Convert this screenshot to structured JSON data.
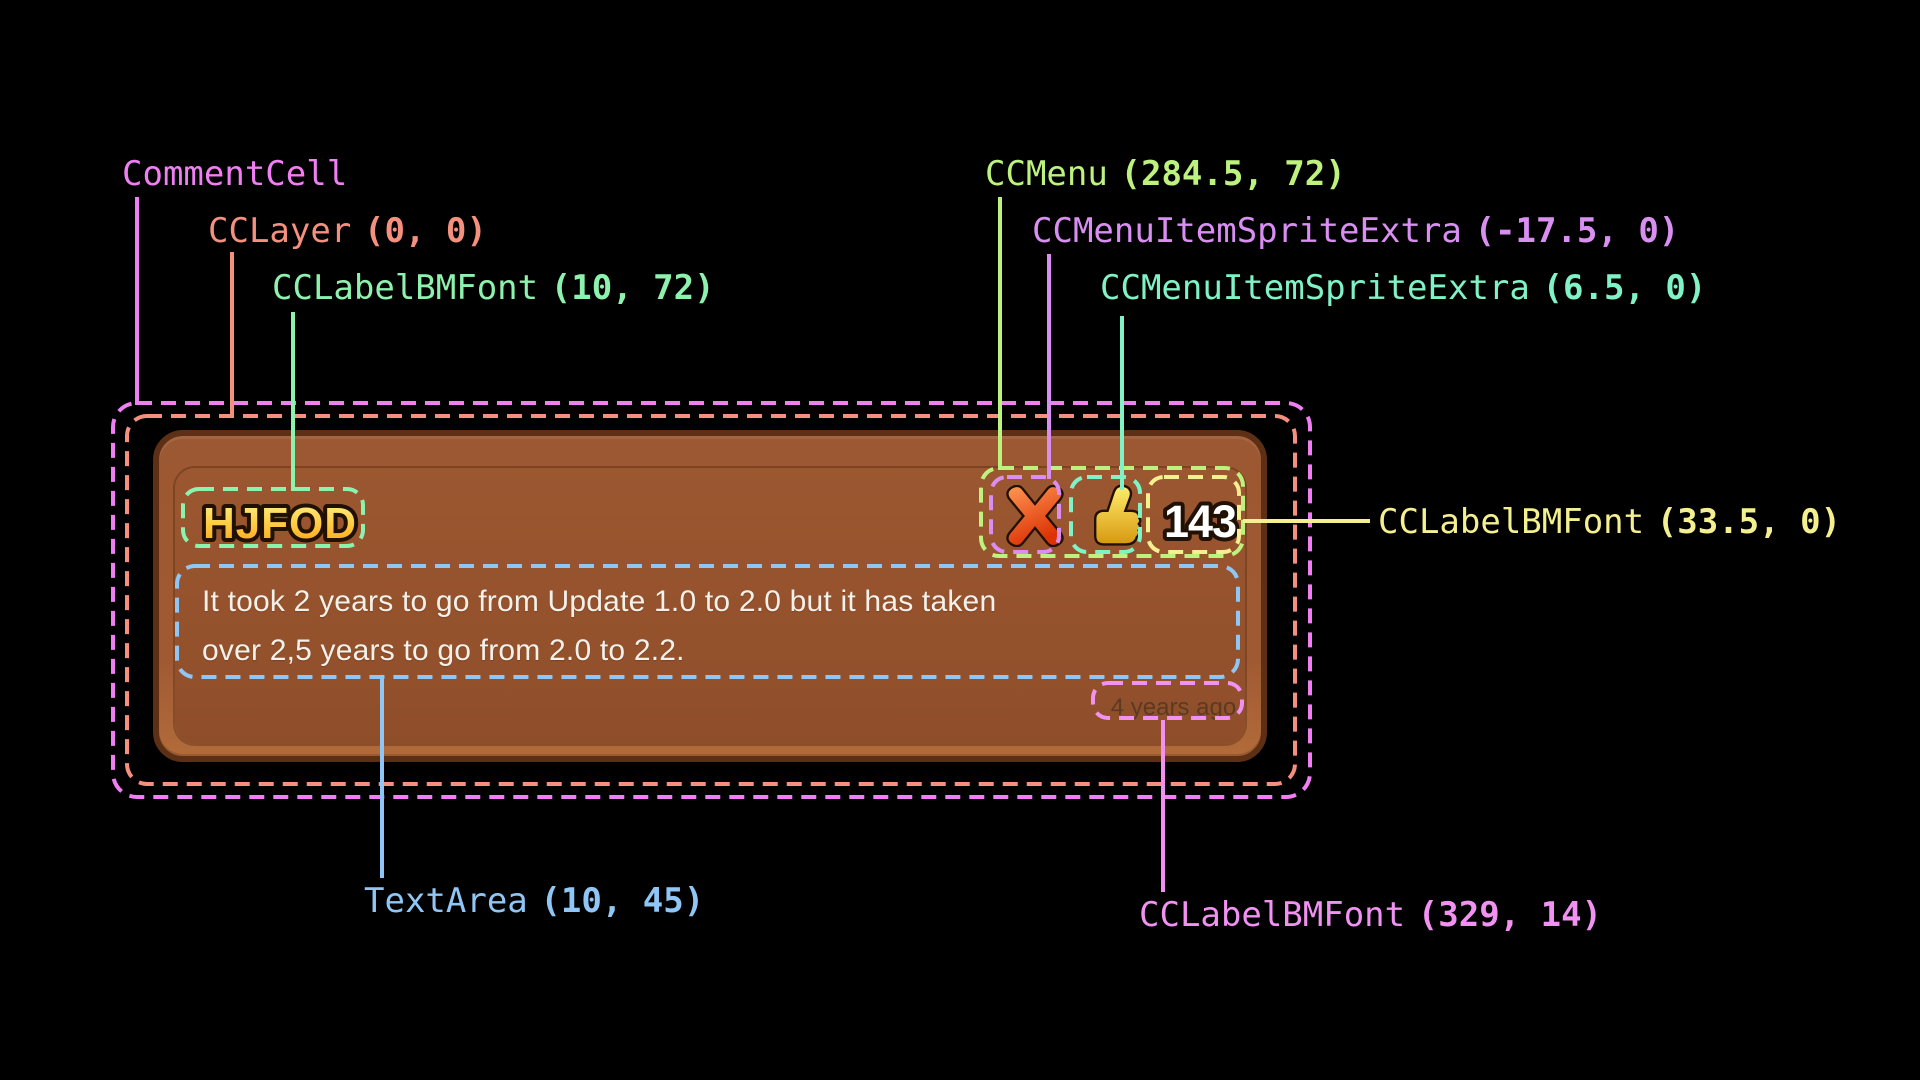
{
  "colors": {
    "background": "#000000",
    "comment_cell": "#ef7ff2",
    "cc_layer": "#f5907f",
    "label_green": "#8df2ae",
    "cc_menu": "#bef27f",
    "item_delete": "#d98ff2",
    "item_like": "#7ff2c6",
    "label_yellow": "#f5f08f",
    "text_area": "#8fc6f5",
    "label_pink": "#f192f2",
    "box_border": "#5d3016",
    "box_face": "#9c5832",
    "inner_panel": "#93512c",
    "comment_text": "#f4f1ea",
    "timestamp_text": "#5a3b22",
    "icon_outline": "#201104",
    "gold_top": "#fff48a",
    "gold_mid": "#ffc93e",
    "gold_bottom": "#ff9e1a",
    "delete_top": "#ff9552",
    "delete_bottom": "#dc3305",
    "like_top": "#ffec6a",
    "like_bottom": "#d89a12",
    "likes_text": "#ffffff"
  },
  "annotations": [
    {
      "name": "CommentCell",
      "coords": ""
    },
    {
      "name": "CCLayer",
      "coords": "(0, 0)"
    },
    {
      "name": "CCLabelBMFont",
      "coords": "(10, 72)"
    },
    {
      "name": "CCMenu",
      "coords": "(284.5, 72)"
    },
    {
      "name": "CCMenuItemSpriteExtra",
      "coords": "(-17.5, 0)"
    },
    {
      "name": "CCMenuItemSpriteExtra",
      "coords": "(6.5, 0)"
    },
    {
      "name": "CCLabelBMFont",
      "coords": "(33.5, 0)"
    },
    {
      "name": "TextArea",
      "coords": "(10, 45)"
    },
    {
      "name": "CCLabelBMFont",
      "coords": "(329, 14)"
    }
  ],
  "comment": {
    "username": "HJFOD",
    "likes_count": "143",
    "line1": "It took 2 years to go from Update 1.0 to 2.0 but it has taken",
    "line2": "over 2,5 years to go from 2.0 to 2.2.",
    "timestamp": "4 years ago"
  }
}
